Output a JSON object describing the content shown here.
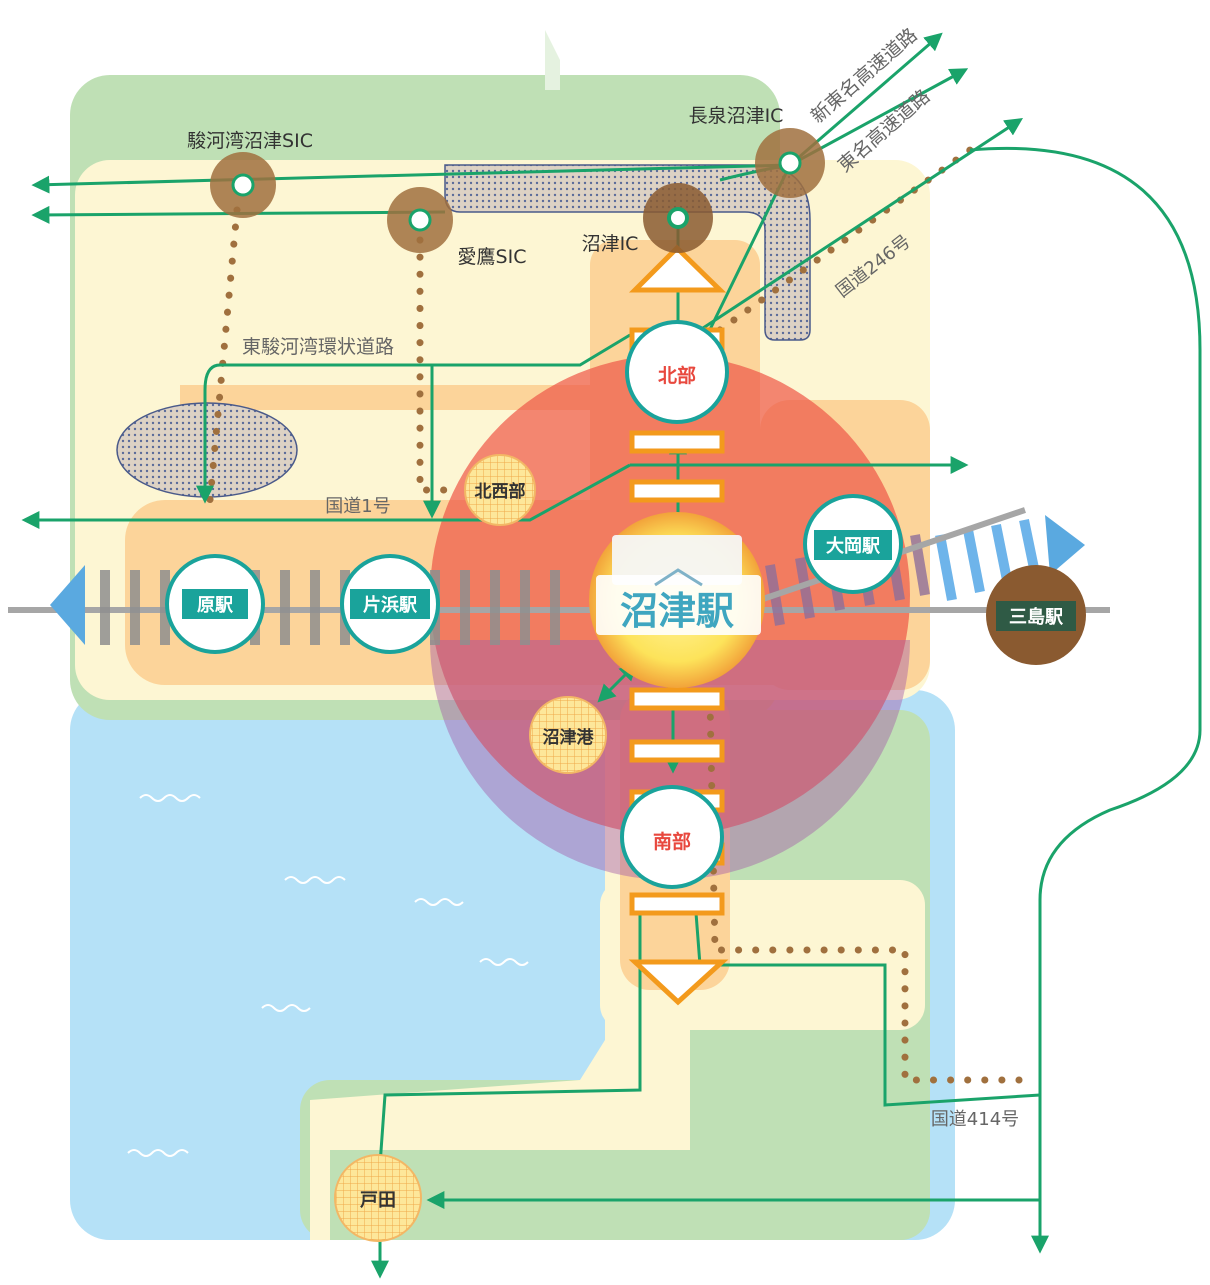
{
  "labels": {
    "suruga_sic": "駿河湾沼津SIC",
    "ashitaka_sic": "愛鷹SIC",
    "numazu_ic": "沼津IC",
    "nagaizumi_ic": "長泉沼津IC",
    "shin_tomei": "新東名高速道路",
    "tomei": "東名高速道路",
    "route246": "国道246号",
    "ring_road": "東駿河湾環状道路",
    "route1": "国道1号",
    "route414": "国道414号"
  },
  "stations": {
    "hara": "原駅",
    "katahama": "片浜駅",
    "ooka": "大岡駅",
    "mishima": "三島駅",
    "numazu": "沼津駅"
  },
  "districts": {
    "north": "北部",
    "northwest": "北西部",
    "south": "南部",
    "port": "沼津港",
    "heda": "戸田"
  },
  "colors": {
    "green_route": "#1aa36a",
    "brown_dots": "#a0703e",
    "station_teal": "#1aa39b",
    "district_red": "#e8483e",
    "sea_blue": "#b5e1f7",
    "land_green": "#bfe0b5",
    "land_cream": "#fdf6d3",
    "urban_orange": "#fcd49a"
  }
}
